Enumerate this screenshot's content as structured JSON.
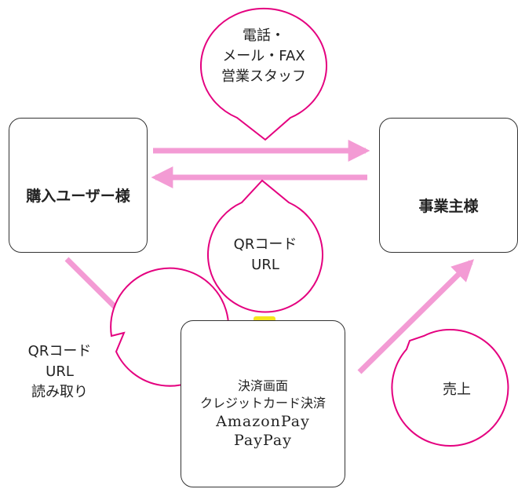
{
  "nodes": {
    "buyer": {
      "label": "購入ユーザー様",
      "icon": "people-icon",
      "color": "#e4007f"
    },
    "merchant": {
      "label": "事業主様",
      "icon": "businessman-icon",
      "color": "#7ac943"
    },
    "payment": {
      "lines": [
        "決済画面",
        "クレジットカード決済",
        "AmazonPay",
        "PayPay"
      ],
      "icon": "smartphone-icon",
      "color": "#f5e51c"
    }
  },
  "bubbles": {
    "contact": [
      "電話・",
      "メール・FAX",
      "営業スタッフ"
    ],
    "qr_link": [
      "QRコード",
      "URL"
    ],
    "scan": [
      "QRコード",
      "URL",
      "読み取り"
    ],
    "sales": [
      "売上"
    ]
  },
  "colors": {
    "accent": "#e4007f",
    "arrow": "#f39bd4",
    "border": "#333333"
  }
}
